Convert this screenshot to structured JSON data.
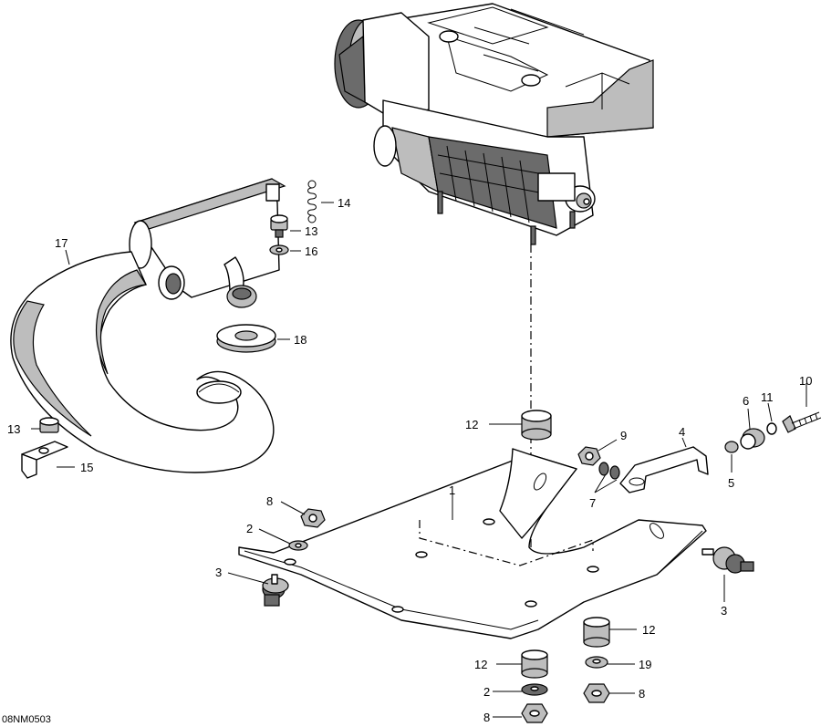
{
  "drawing_code": "08NM0503",
  "callouts": [
    {
      "id": "c14",
      "text": "14"
    },
    {
      "id": "c13a",
      "text": "13"
    },
    {
      "id": "c16",
      "text": "16"
    },
    {
      "id": "c17",
      "text": "17"
    },
    {
      "id": "c18",
      "text": "18"
    },
    {
      "id": "c13b",
      "text": "13"
    },
    {
      "id": "c15",
      "text": "15"
    },
    {
      "id": "c12a",
      "text": "12"
    },
    {
      "id": "c9",
      "text": "9"
    },
    {
      "id": "c4",
      "text": "4"
    },
    {
      "id": "c6",
      "text": "6"
    },
    {
      "id": "c11",
      "text": "11"
    },
    {
      "id": "c10",
      "text": "10"
    },
    {
      "id": "c5",
      "text": "5"
    },
    {
      "id": "c7",
      "text": "7"
    },
    {
      "id": "c1",
      "text": "1"
    },
    {
      "id": "c8a",
      "text": "8"
    },
    {
      "id": "c2a",
      "text": "2"
    },
    {
      "id": "c3a",
      "text": "3"
    },
    {
      "id": "c3b",
      "text": "3"
    },
    {
      "id": "c12b",
      "text": "12"
    },
    {
      "id": "c12c",
      "text": "12"
    },
    {
      "id": "c19",
      "text": "19"
    },
    {
      "id": "c2b",
      "text": "2"
    },
    {
      "id": "c8b",
      "text": "8"
    },
    {
      "id": "c8c",
      "text": "8"
    }
  ]
}
